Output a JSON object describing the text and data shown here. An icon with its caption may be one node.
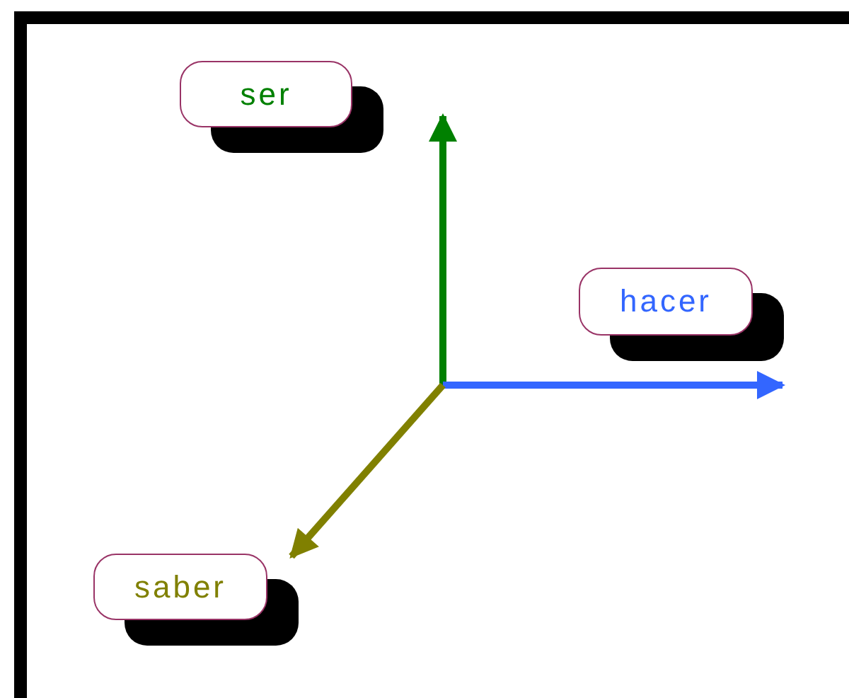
{
  "diagram": {
    "nodes": [
      {
        "text": [
          "ser"
        ]
      },
      {
        "text": [
          "hacer"
        ]
      },
      {
        "text": [
          "saber"
        ]
      }
    ],
    "edges": [
      {
        "from": null,
        "to": 0,
        "arrow": "to",
        "color": "#008000"
      },
      {
        "from": null,
        "to": 1,
        "arrow": "to",
        "color": "#3366ff"
      },
      {
        "from": null,
        "to": 2,
        "arrow": "to",
        "color": "#808000"
      }
    ]
  }
}
